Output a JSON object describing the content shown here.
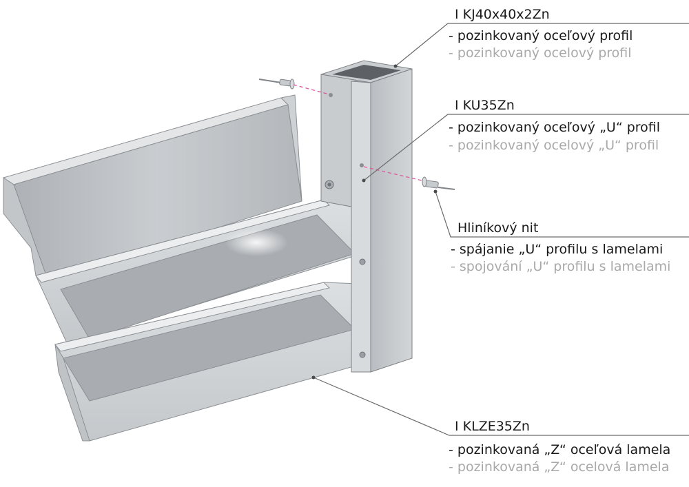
{
  "callouts": [
    {
      "code": "I KJ40x40x2Zn",
      "desc_sk": "- pozinkovaný oceľový profil",
      "desc_cz": "- pozinkovaný ocelový profil"
    },
    {
      "code": "I KU35Zn",
      "desc_sk": "- pozinkovaný oceľový „U“ profil",
      "desc_cz": "- pozinkovaný ocelový „U“ profil"
    },
    {
      "code": "Hliníkový nit",
      "desc_sk": "- spájanie „U“ profilu s lamelami",
      "desc_cz": "- spojování „U“ profilu s lamelami"
    },
    {
      "code": "I KLZE35Zn",
      "desc_sk": "- pozinkovaná „Z“ oceľová lamela",
      "desc_cz": "- pozinkovaná „Z“ ocelová lamela"
    }
  ],
  "colors": {
    "text": "#1a1a1a",
    "text_secondary": "#a9a9a9",
    "leader_line": "#6a6a6a",
    "rivet_axis": "#e0559b",
    "steel_light": "#d5d8da",
    "steel_mid": "#b9bdc0",
    "steel_dark": "#9ea2a6"
  }
}
